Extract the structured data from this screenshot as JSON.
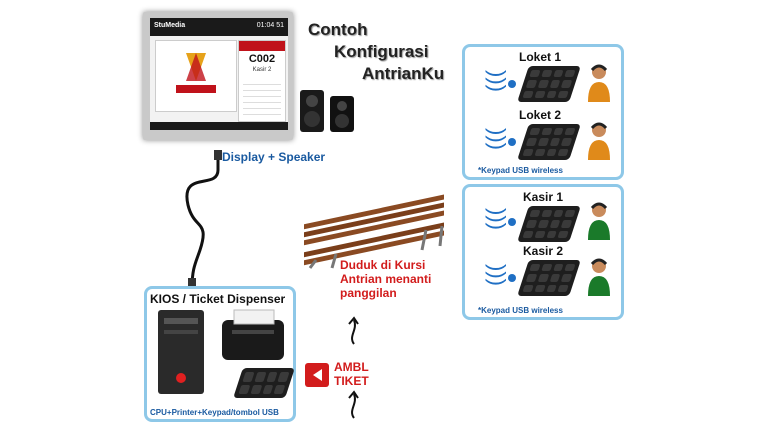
{
  "title": {
    "line1": "Contoh",
    "line2": "Konfigurasi",
    "line3": "AntrianKu"
  },
  "display": {
    "caption": "Display + Speaker",
    "brand": "StuMedia",
    "time": "01:04 51",
    "queue_number": "C002",
    "queue_counter": "Kasir 2"
  },
  "counters_panel": {
    "items": [
      {
        "label": "Loket 1"
      },
      {
        "label": "Loket 2"
      }
    ],
    "note": "*Keypad USB wireless"
  },
  "cashier_panel": {
    "items": [
      {
        "label": "Kasir 1"
      },
      {
        "label": "Kasir 2"
      }
    ],
    "note": "*Keypad USB wireless"
  },
  "bench": {
    "text": "Duduk di Kursi Antrian menanti panggilan"
  },
  "kiosk": {
    "label": "KIOS / Ticket Dispenser",
    "note": "CPU+Printer+Keypad/tombol USB"
  },
  "ticket": {
    "line1": "AMBL",
    "line2": "TIKET"
  },
  "colors": {
    "panel_border": "#8ec8e8",
    "accent_blue": "#1f6fc4",
    "accent_red": "#d21c1c"
  }
}
